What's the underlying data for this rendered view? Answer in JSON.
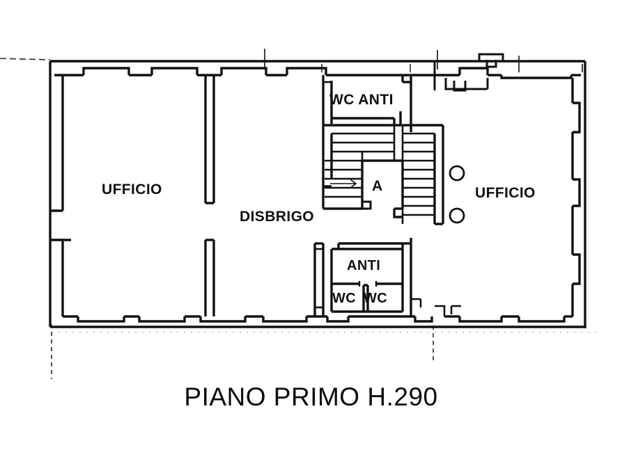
{
  "document": {
    "type": "architectural-floor-plan",
    "title": "PIANO PRIMO H.290",
    "background_color": "#ffffff",
    "line_color": "#111111"
  },
  "title_block": {
    "text": "PIANO PRIMO H.290"
  },
  "rooms": [
    {
      "id": "ufficio-left",
      "label": "UFFICIO"
    },
    {
      "id": "disbrigo",
      "label": "DISBRIGO"
    },
    {
      "id": "wc-anti-top",
      "label": "WC ANTI"
    },
    {
      "id": "ufficio-right",
      "label": "UFFICIO"
    },
    {
      "id": "anti-bottom",
      "label": "ANTI"
    },
    {
      "id": "wc-bottom-left",
      "label": "WC"
    },
    {
      "id": "wc-bottom-right",
      "label": "WC"
    }
  ],
  "stair": {
    "label": "A",
    "description": "stairwell-with-treads"
  },
  "columns": [
    {
      "id": "column-upper"
    },
    {
      "id": "column-lower"
    }
  ]
}
